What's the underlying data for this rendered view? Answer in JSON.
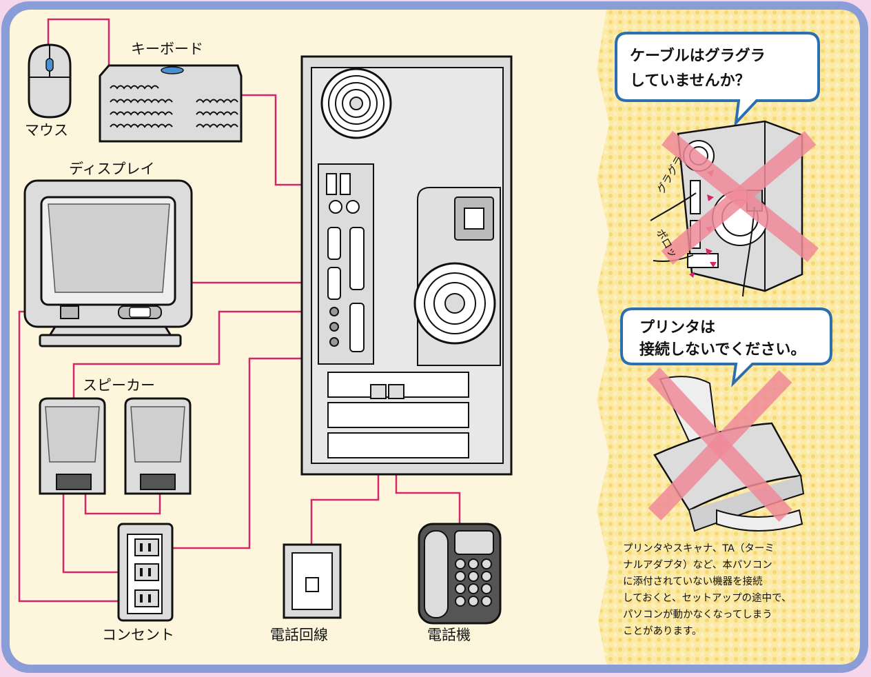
{
  "labels": {
    "keyboard": "キーボード",
    "mouse": "マウス",
    "display": "ディスプレイ",
    "speaker": "スピーカー",
    "outlet": "コンセント",
    "phone_line": "電話回線",
    "telephone": "電話機"
  },
  "callout_cable": {
    "lines": [
      "ケーブルはグラグラ",
      "していませんか？"
    ],
    "loose_text": "グラグラ",
    "falling_text": "ポロッ"
  },
  "callout_printer": {
    "lines": [
      "プリンタは",
      "接続しないでください。"
    ]
  },
  "note": {
    "lines": [
      "プリンタやスキャナ、TA（ターミ",
      "ナルアダプタ）など、本パソコン",
      "に添付されていない機器を接続",
      "しておくと、セットアップの途中で、",
      "パソコンが動かなくなってしまう",
      "ことがあります。"
    ]
  },
  "colors": {
    "frame": "#8a9dd6",
    "panel": "#fdf5dc",
    "cable": "#d6266b",
    "device_fill": "#dcdcdc",
    "device_stroke": "#111111",
    "callout_border": "#2a6fb0",
    "cross": "#f08a9a",
    "pattern": "#f7e08c"
  }
}
